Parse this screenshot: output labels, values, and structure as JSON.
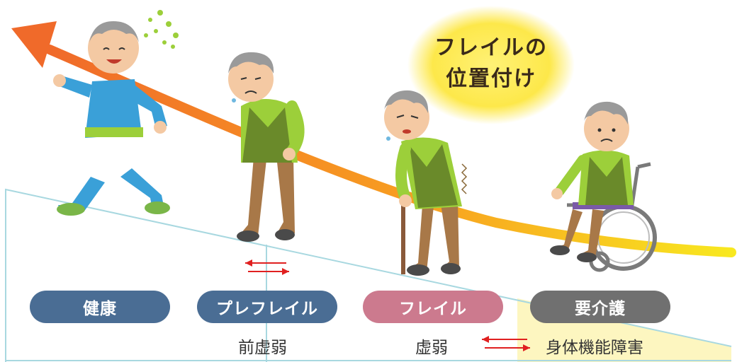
{
  "title": {
    "line1": "フレイルの",
    "line2": "位置付け"
  },
  "stages": [
    {
      "label": "健康",
      "sub": "",
      "color": "#4a6d94"
    },
    {
      "label": "プレフレイル",
      "sub": "前虚弱",
      "color": "#4a6d94"
    },
    {
      "label": "フレイル",
      "sub": "虚弱",
      "color": "#cc7a8e"
    },
    {
      "label": "要介護",
      "sub": "身体機能障害",
      "color": "#707070"
    }
  ],
  "colors": {
    "arrow_start": "#f07030",
    "arrow_end": "#f8e020",
    "slope": "#a8d8e0",
    "care_zone": "#fdf6c0",
    "reversible": "#e02020"
  }
}
